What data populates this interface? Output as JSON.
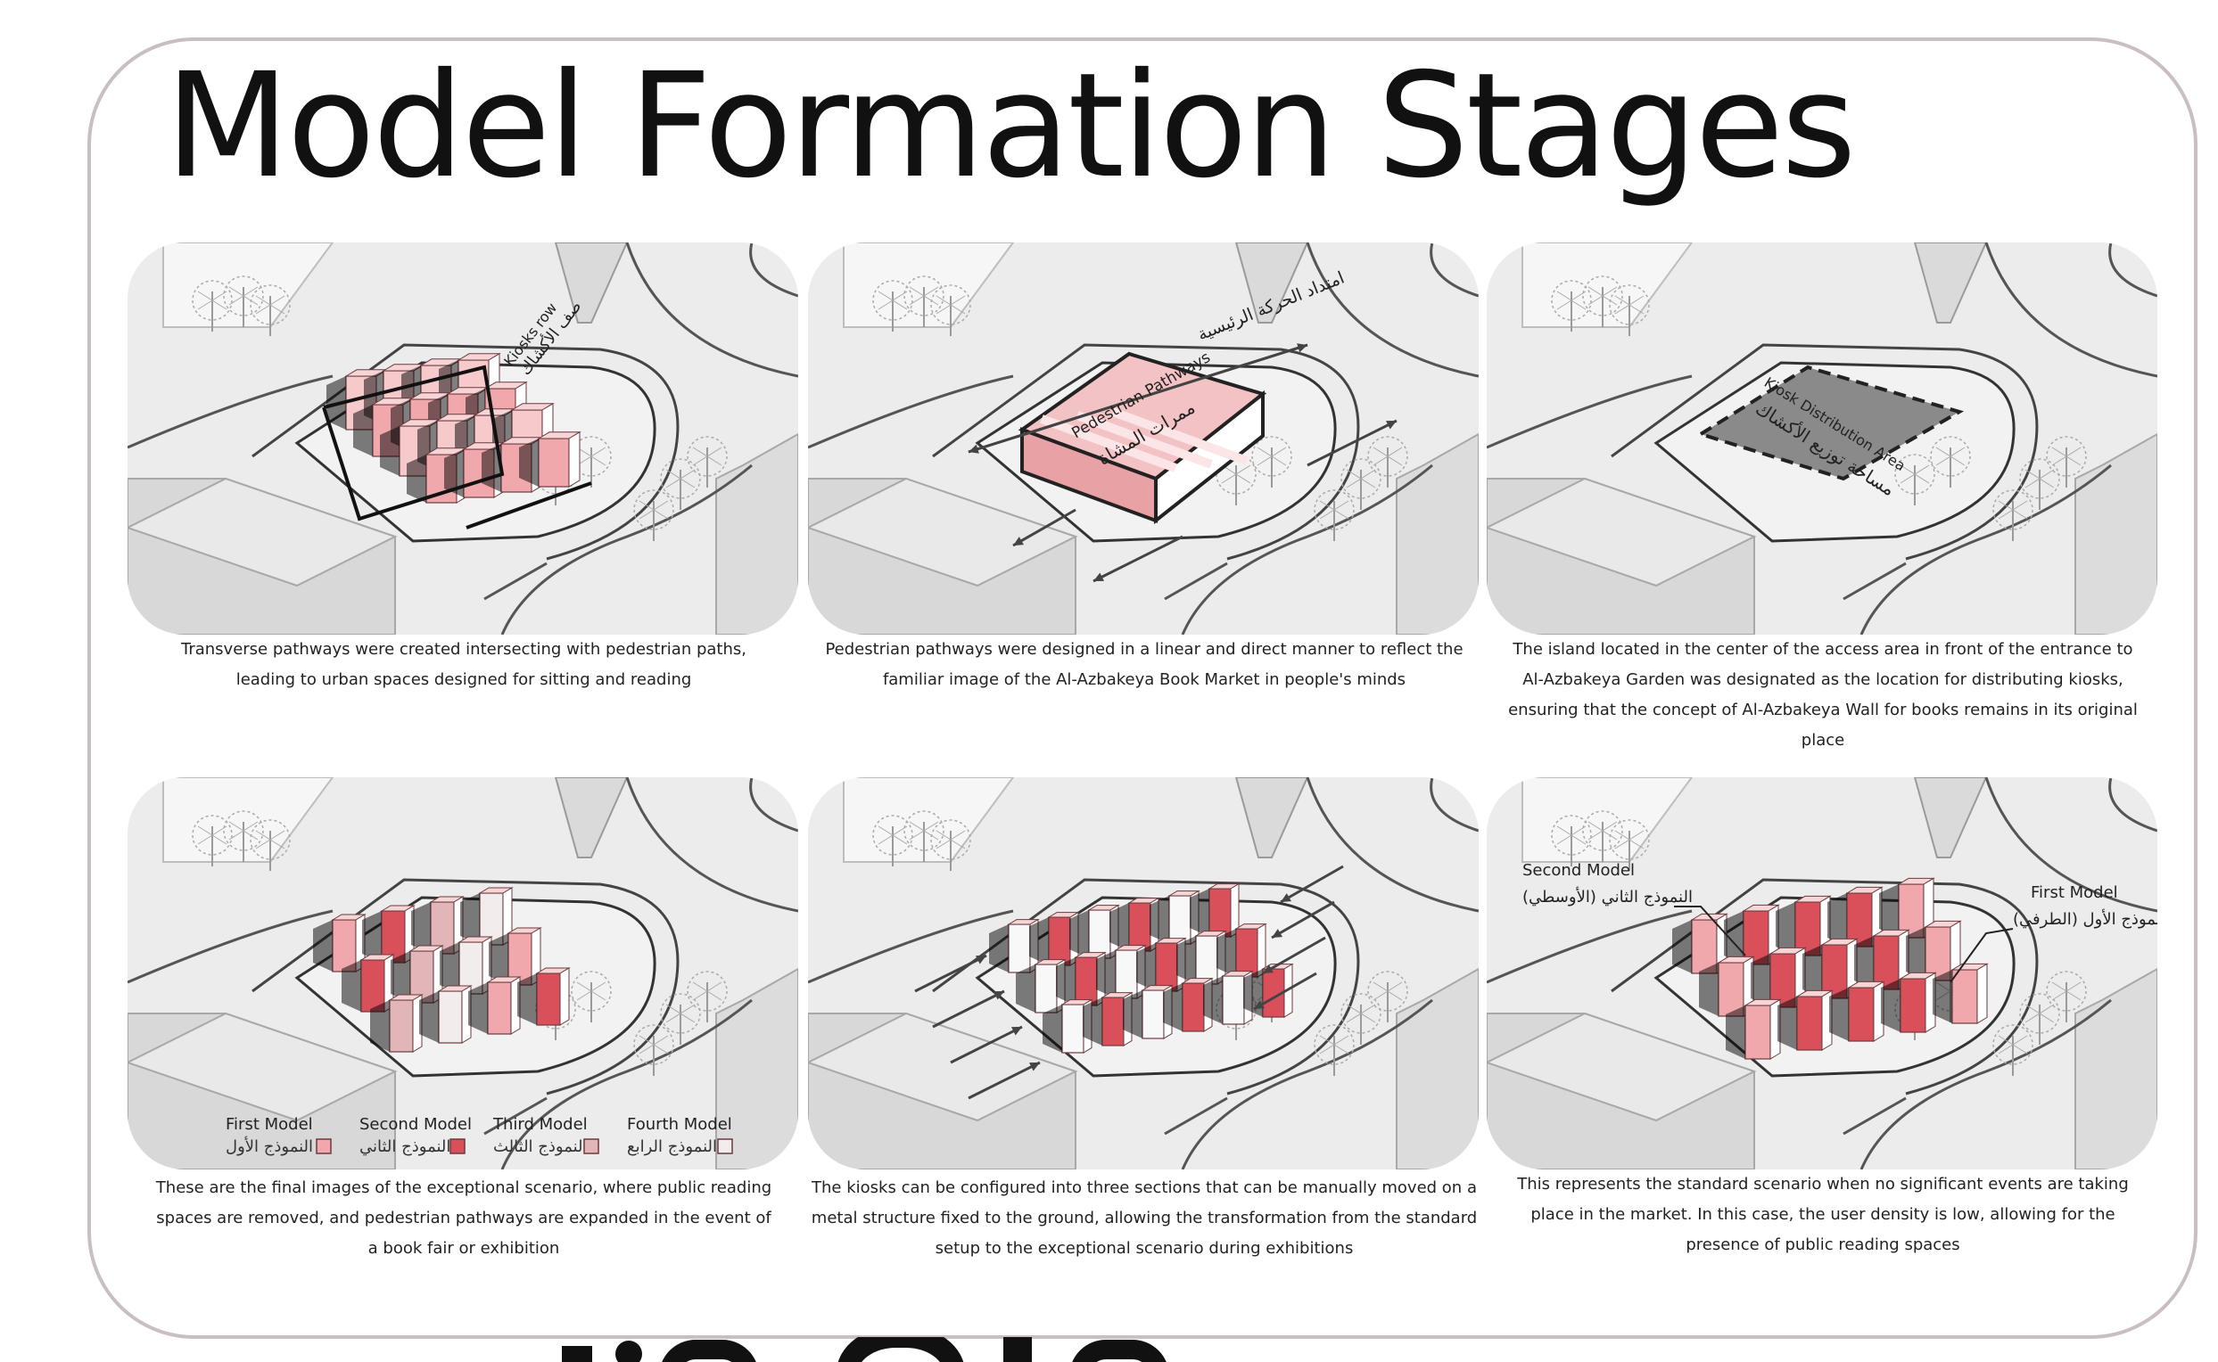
{
  "title": "Model Formation Stages",
  "panels": [
    {
      "id": "stage-1",
      "label_en": "Kiosks row",
      "label_ar": "صف الأكشاك",
      "caption_lines": [
        "Transverse pathways were created intersecting with pedestrian paths,",
        "leading to urban spaces designed for sitting and reading"
      ]
    },
    {
      "id": "stage-2",
      "label_en": "Pedestrian Pathways",
      "label_ar": "ممرات المشاة",
      "label_ar_secondary": "امتداد الحركة الرئيسية",
      "caption_lines": [
        "Pedestrian pathways were designed in a linear and direct manner to reflect the",
        "familiar image of the Al-Azbakeya Book Market in people's minds"
      ]
    },
    {
      "id": "stage-3",
      "label_en": "Kiosk Distribution Area",
      "label_ar": "مساحة توزيع الأكشاك",
      "caption_lines": [
        "The island located in the center of the access area in front of the entrance to",
        "Al-Azbakeya Garden was designated as the location for distributing kiosks,",
        "ensuring that the concept of Al-Azbakeya Wall for books remains in its original",
        "place"
      ]
    },
    {
      "id": "stage-4",
      "legend": [
        {
          "en": "Fourth Model",
          "ar": "النموذج الرابع",
          "color": "#f2ecec"
        },
        {
          "en": "Third Model",
          "ar": "النموذج الثالث",
          "color": "#e2b6b8"
        },
        {
          "en": "Second Model",
          "ar": "النموذج الثاني",
          "color": "#d9505a"
        },
        {
          "en": "First Model",
          "ar": "النموذج الأول",
          "color": "#f0a8ac"
        }
      ],
      "caption_lines": [
        "These are the final images of the exceptional scenario, where public reading",
        "spaces are removed, and pedestrian pathways are expanded in the event of",
        "a book fair or exhibition"
      ]
    },
    {
      "id": "stage-5",
      "caption_lines": [
        "The kiosks can be configured into three sections that can be manually moved on a",
        "metal structure fixed to the ground, allowing the transformation from the standard",
        "setup to the exceptional scenario during exhibitions"
      ]
    },
    {
      "id": "stage-6",
      "labels": [
        {
          "en": "Second Model",
          "ar": "النموذج الثاني (الأوسطي)"
        },
        {
          "en": "First Model",
          "ar": "النموذج الأول (الطرفي)"
        }
      ],
      "caption_lines": [
        "This represents the standard scenario when no significant events are taking",
        "place in the market. In this case, the user density is low, allowing for the",
        "presence of public reading spaces"
      ]
    }
  ],
  "colors": {
    "frame": "#c9bfc0",
    "kiosk_pink": "#f0a8ac",
    "kiosk_red": "#d9505a",
    "kiosk_light": "#f2ecec",
    "ground": "#ececec"
  }
}
